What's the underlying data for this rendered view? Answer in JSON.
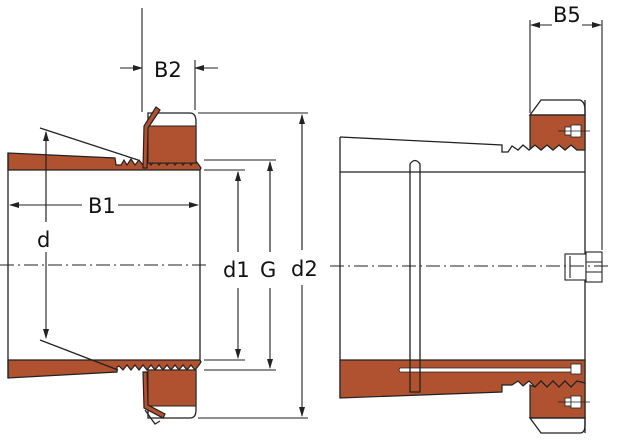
{
  "title": "Adapter sleeve with lock nut – dimension drawing",
  "colors": {
    "material": "#b0512f",
    "line": "#222222",
    "background": "#ffffff"
  },
  "labels": {
    "b2": "B2",
    "b1": "B1",
    "d": "d",
    "d1": "d1",
    "g": "G",
    "d2": "d2",
    "b5": "B5"
  }
}
